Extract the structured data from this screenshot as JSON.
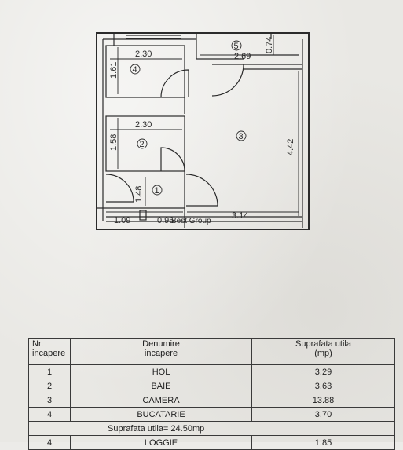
{
  "plan": {
    "dims": {
      "kitchen_width": "2.30",
      "kitchen_height": "1.61",
      "bath_width": "2.30",
      "bath_height": "1.58",
      "hall_height": "1.48",
      "hall_bottom_left": "1.09",
      "hall_bottom_right": "0.96",
      "room_width": "3.14",
      "room_height": "4.42",
      "loggia_width": "2.69",
      "loggia_depth": "0.74"
    },
    "room_numbers": {
      "hol": "1",
      "baie": "2",
      "camera": "3",
      "bucatarie": "4",
      "loggie": "5"
    },
    "watermark": "Best Group"
  },
  "table": {
    "header": {
      "nr": "Nr.\nincapere",
      "name": "Denumire\nincapere",
      "area": "Suprafata utila\n(mp)"
    },
    "rows": [
      {
        "nr": "1",
        "name": "HOL",
        "area": "3.29"
      },
      {
        "nr": "2",
        "name": "BAIE",
        "area": "3.63"
      },
      {
        "nr": "3",
        "name": "CAMERA",
        "area": "13.88"
      },
      {
        "nr": "4",
        "name": "BUCATARIE",
        "area": "3.70"
      }
    ],
    "total": "Suprafata utila= 24.50mp",
    "extra_row": {
      "nr": "4",
      "name": "LOGGIE",
      "area": "1.85"
    }
  }
}
